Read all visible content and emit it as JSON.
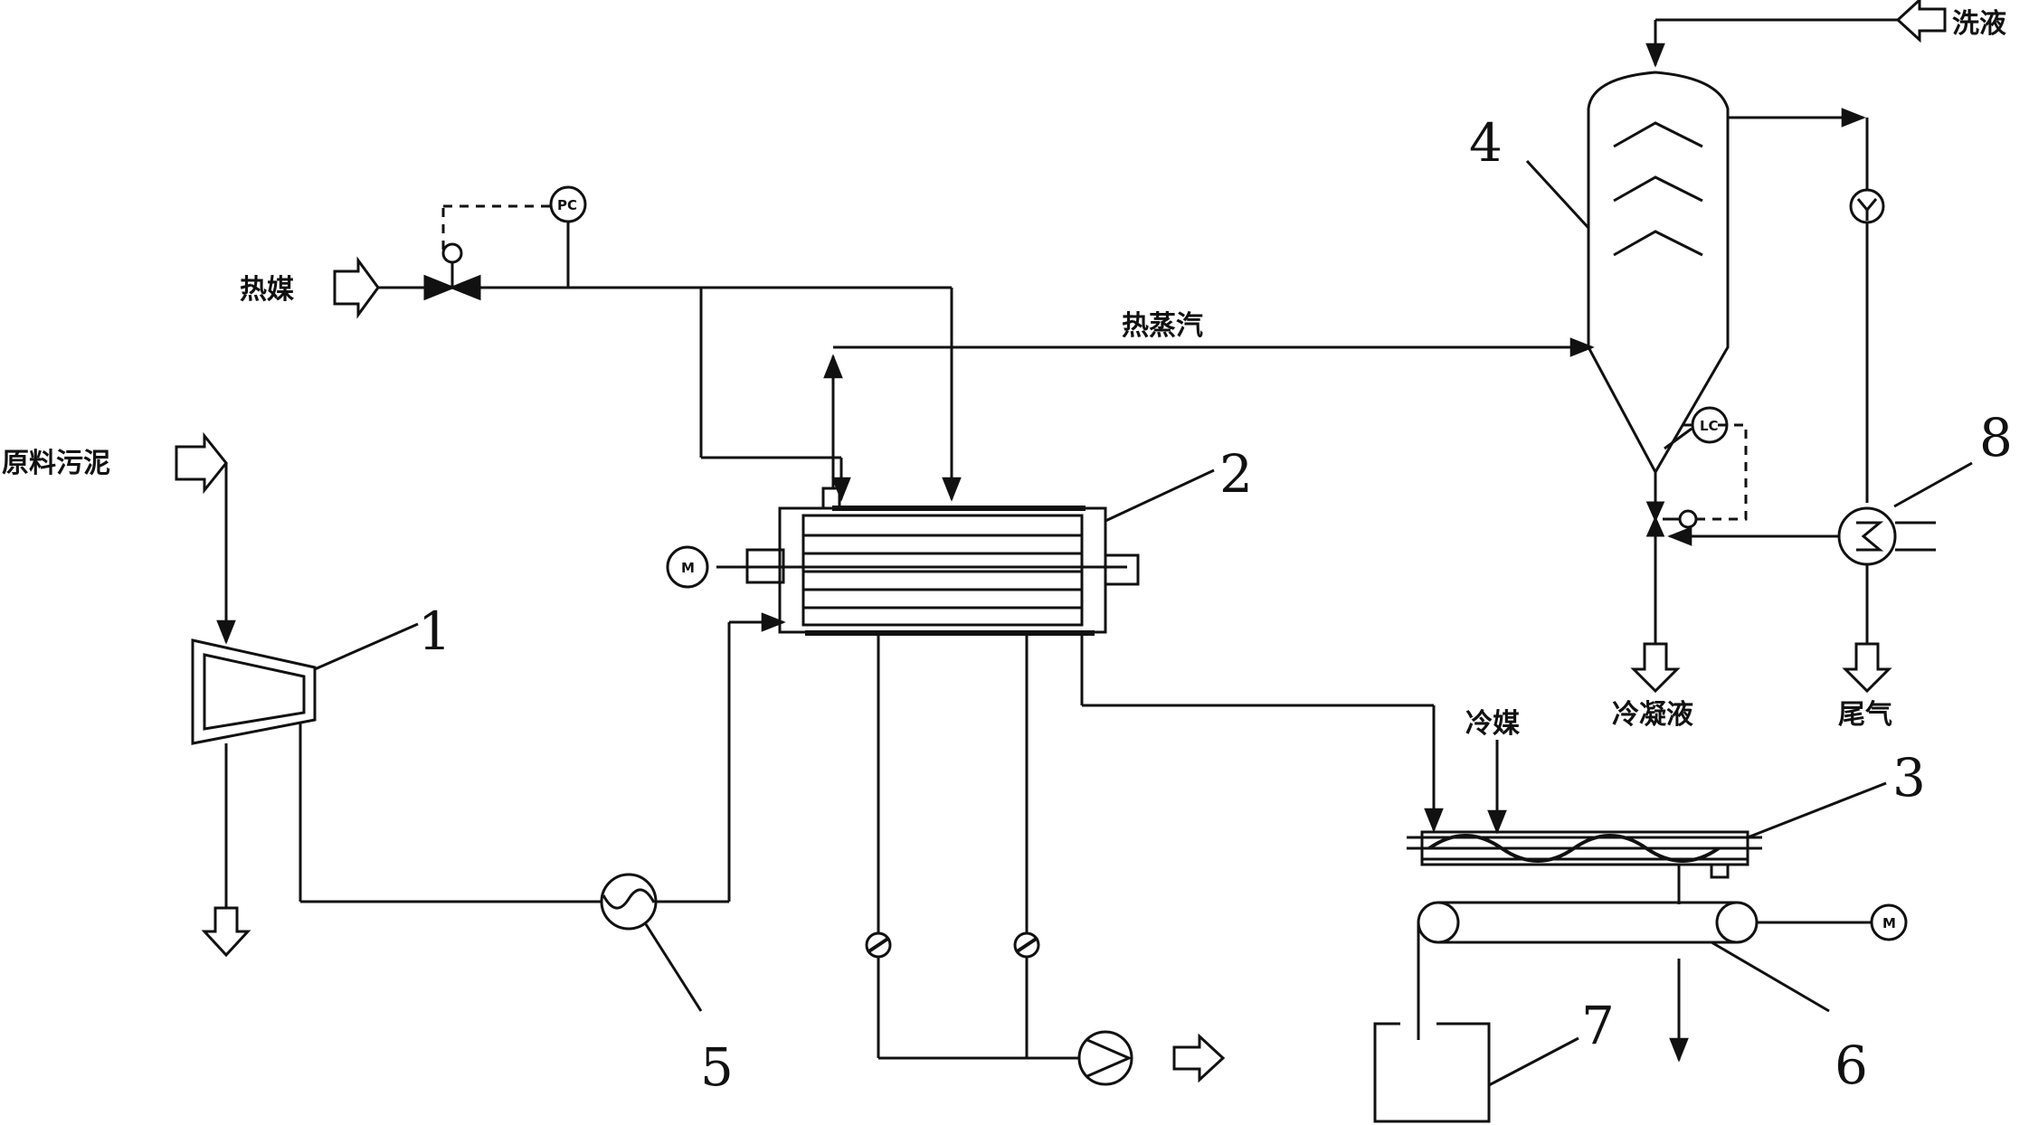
{
  "labels": {
    "heat_medium": "热媒",
    "raw_sludge": "原料污泥",
    "hot_steam": "热蒸汽",
    "wash_liquid": "洗液",
    "coolant": "冷媒",
    "condensate": "冷凝液",
    "tail_gas": "尾气"
  },
  "equipment_numbers": {
    "n1": "1",
    "n2": "2",
    "n3": "3",
    "n4": "4",
    "n5": "5",
    "n6": "6",
    "n7": "7",
    "n8": "8"
  },
  "instrument_tags": {
    "pc": "PC",
    "lc": "LC",
    "motor": "M"
  },
  "colors": {
    "line": "#111111",
    "background": "#ffffff"
  }
}
